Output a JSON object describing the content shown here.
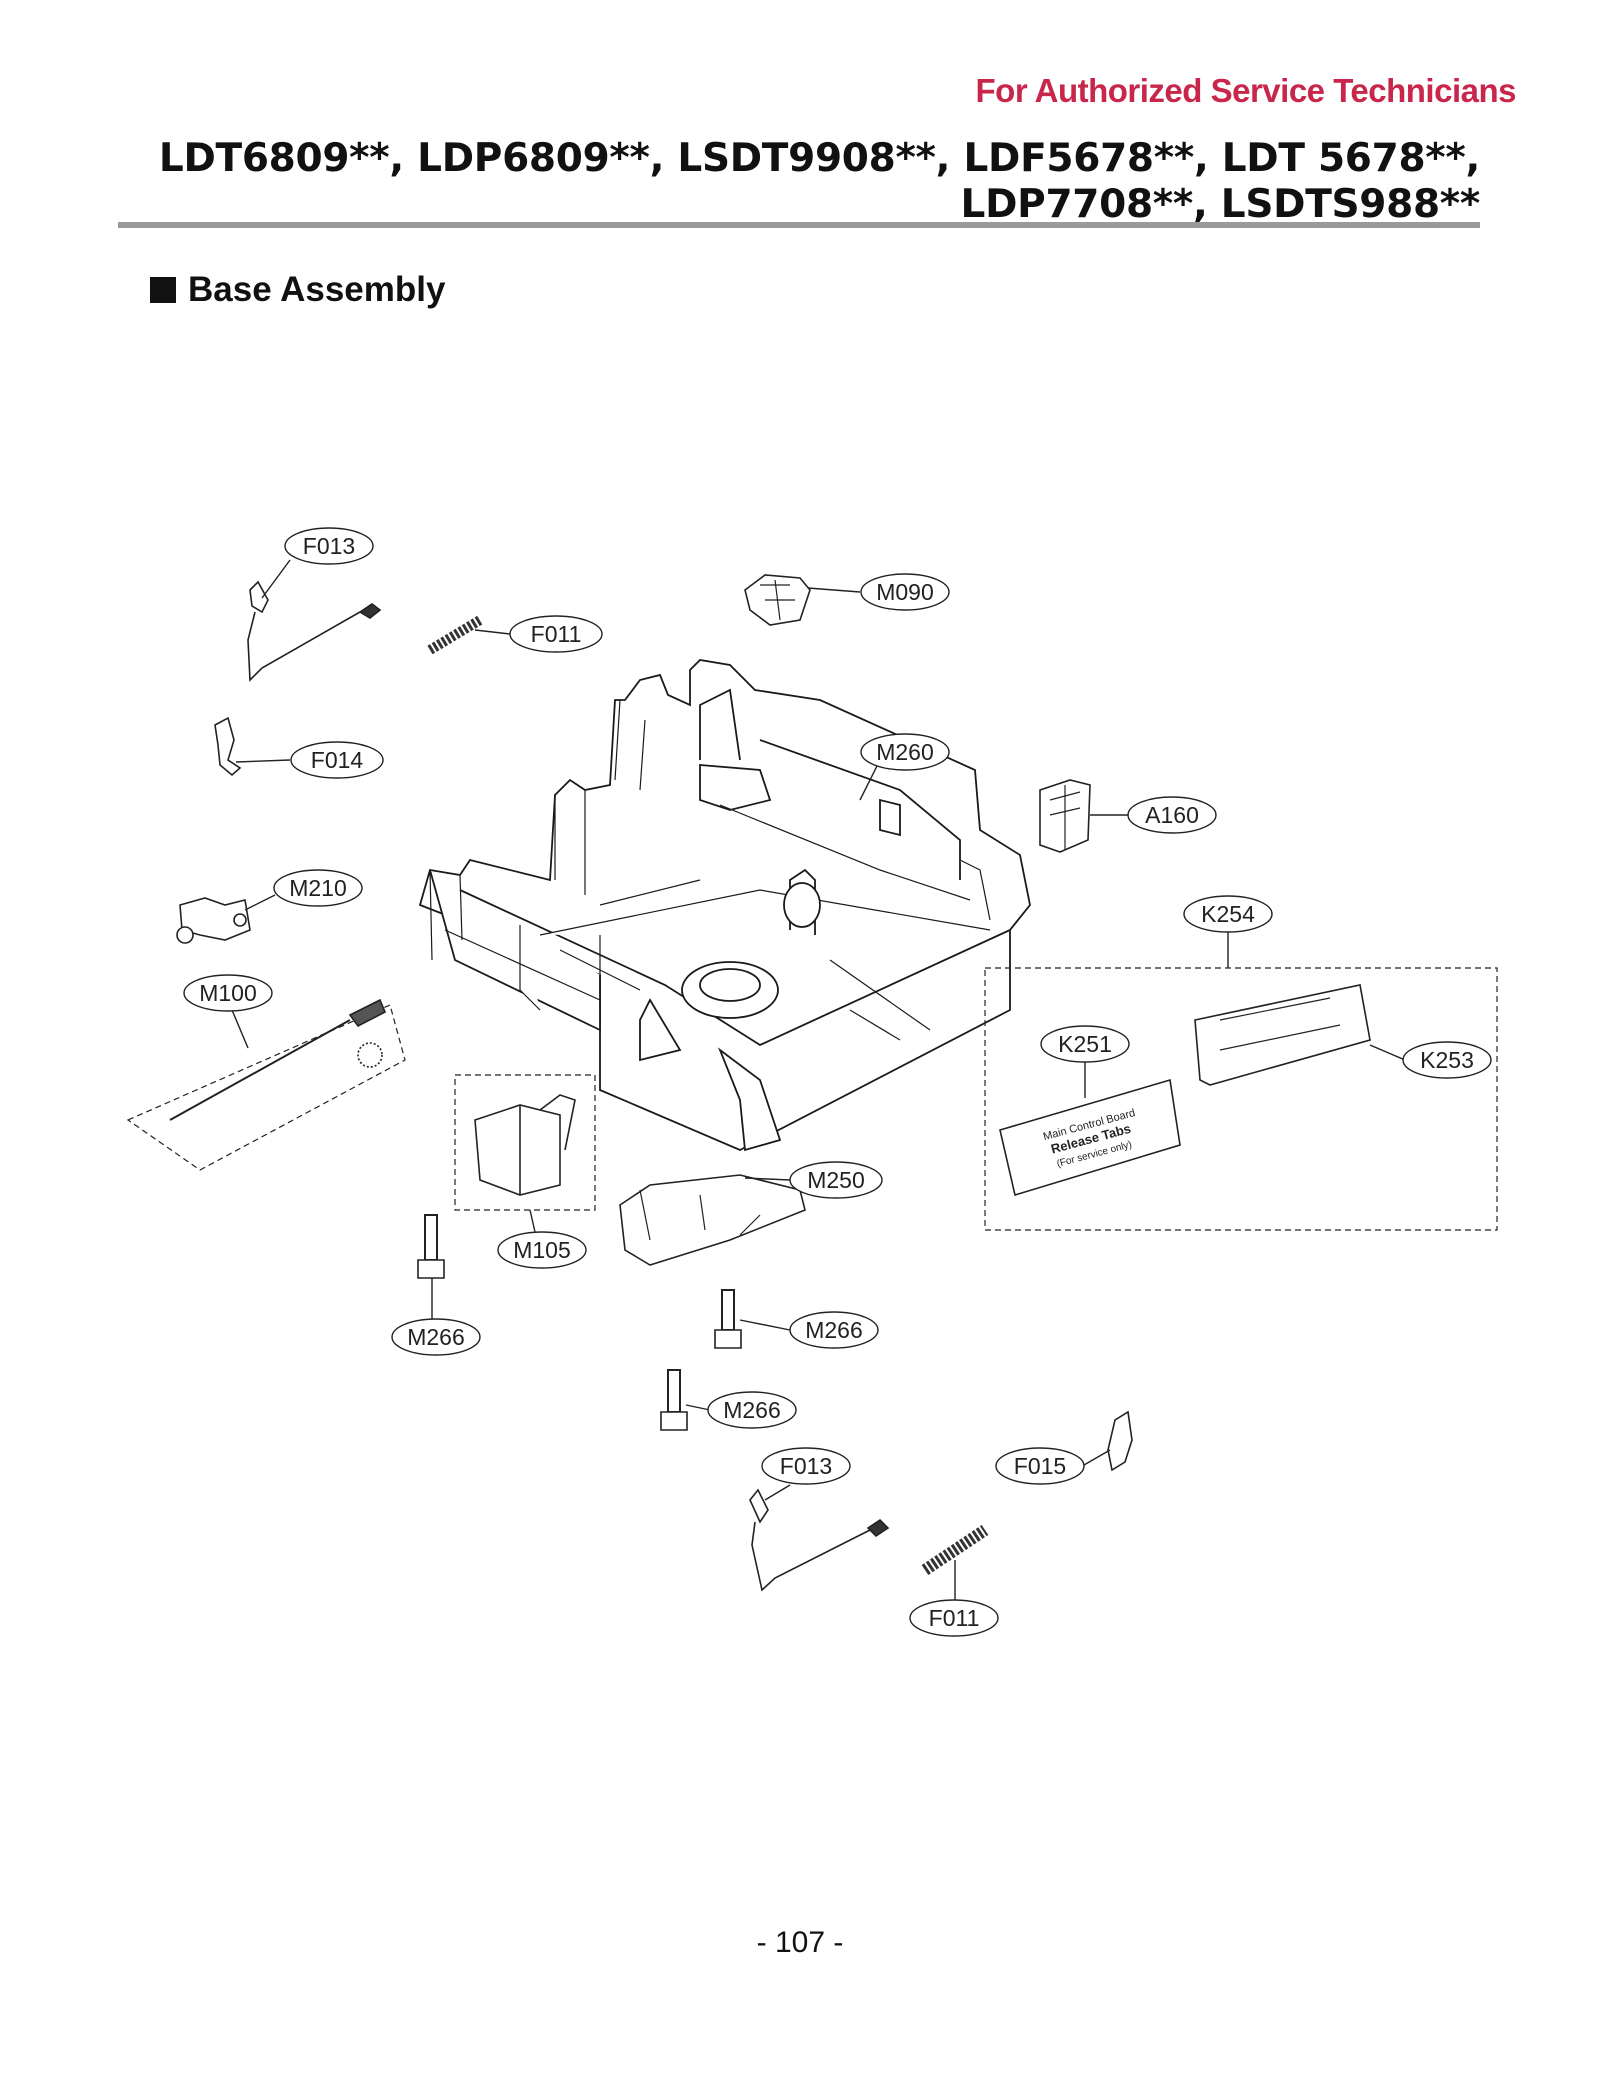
{
  "header": {
    "tagline": "For Authorized Service Technicians",
    "models_line1": "LDT6809**, LDP6809**, LSDT9908**, LDF5678**, LDT 5678**,",
    "models_line2": "LDP7708**, LSDTS988**"
  },
  "section_title": "Base Assembly",
  "callouts": {
    "F013_top": "F013",
    "F011_top": "F011",
    "M090": "M090",
    "F014": "F014",
    "M260": "M260",
    "A160": "A160",
    "M210": "M210",
    "K254": "K254",
    "M100": "M100",
    "K251": "K251",
    "K253": "K253",
    "M250": "M250",
    "M105": "M105",
    "M266_a": "M266",
    "M266_b": "M266",
    "M266_c": "M266",
    "F013_bottom": "F013",
    "F015": "F015",
    "F011_bottom": "F011"
  },
  "board_label": {
    "line1": "Main Control Board",
    "line2": "Release Tabs",
    "line3": "(For service only)"
  },
  "page_number": "- 107 -"
}
